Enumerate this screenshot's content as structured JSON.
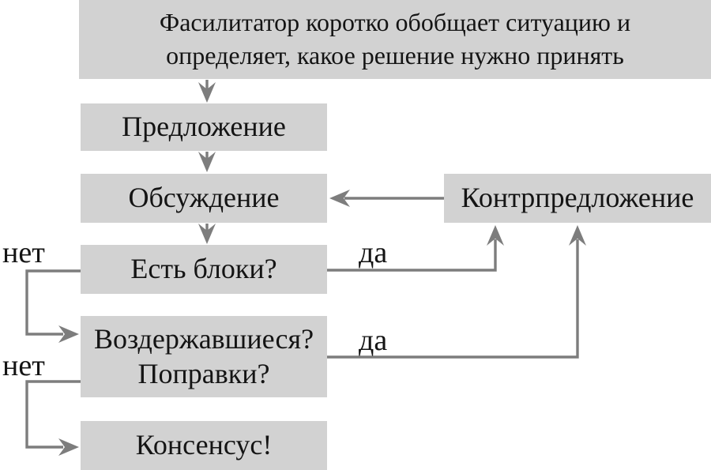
{
  "diagram": {
    "colors": {
      "background": "#ffffff",
      "box_fill": "#d2d2d2",
      "arrow": "#7d7d7d",
      "text": "#141414"
    },
    "nodes": [
      {
        "id": "facilitator-summary",
        "label": "Фасилитатор коротко обобщает ситуацию и определяет, какое решение нужно принять"
      },
      {
        "id": "proposal",
        "label": "Предложение"
      },
      {
        "id": "discussion",
        "label": "Обсуждение"
      },
      {
        "id": "blocks-question",
        "label": "Есть блоки?"
      },
      {
        "id": "abstentions-question",
        "label": "Воздержавшиеся? Поправки?"
      },
      {
        "id": "consensus",
        "label": "Консенсус!"
      },
      {
        "id": "counterproposal",
        "label": "Контрпредложение"
      }
    ],
    "edge_labels": {
      "yes": "да",
      "no": "нет"
    }
  }
}
